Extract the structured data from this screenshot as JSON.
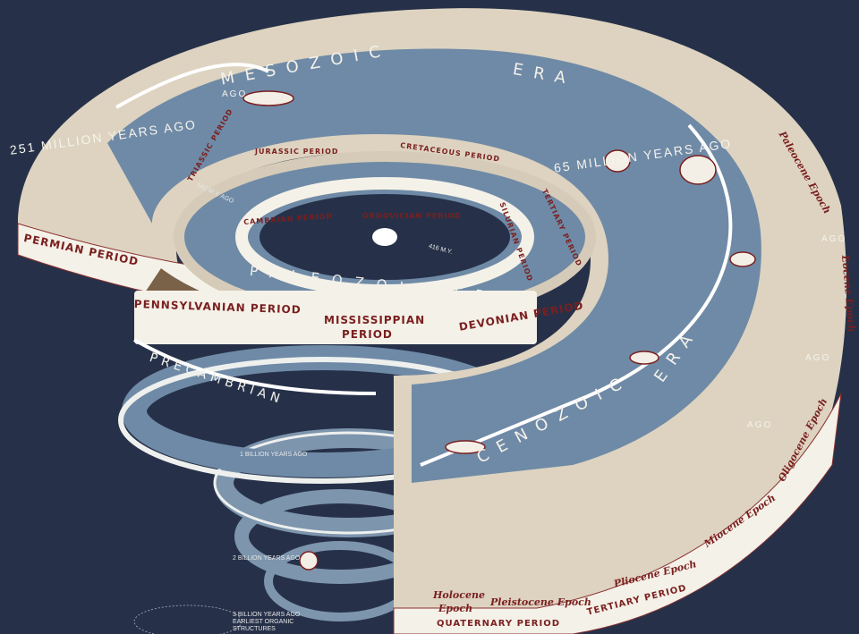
{
  "colors": {
    "background": "#263149",
    "sea": "#6f8aa6",
    "band": "#f4f1e8",
    "terrain": "#8a7358",
    "label_text": "#7a1f1f"
  },
  "eras": {
    "mesozoic": "MESOZOIC",
    "mesozoic_era": "ERA",
    "paleozoic": "PALEOZOIC ERA",
    "cenozoic": "CENOZOIC",
    "cenozoic_era": "ERA",
    "precambrian": "PRECAMBRIAN"
  },
  "periods": {
    "permian": "PERMIAN PERIOD",
    "pennsylvanian": "PENNSYLVANIAN PERIOD",
    "mississippian": "MISSISSIPPIAN",
    "mississippian2": "PERIOD",
    "devonian": "DEVONIAN PERIOD",
    "silurian": "SILURIAN PERIOD",
    "cambrian": "CAMBRIAN PERIOD",
    "ordovician": "ORDOVICIAN PERIOD",
    "triassic": "TRIASSIC PERIOD",
    "jurassic": "JURASSIC PERIOD",
    "cretaceous": "CRETACEOUS PERIOD",
    "tertiary_top": "TERTIARY PERIOD",
    "tertiary_bottom": "TERTIARY PERIOD",
    "quaternary": "QUATERNARY PERIOD"
  },
  "epochs": {
    "paleocene": "Paleocene Epoch",
    "eocene": "Eocene Epoch",
    "oligocene": "Oligocene Epoch",
    "miocene": "Miocene Epoch",
    "pliocene": "Pliocene Epoch",
    "pleistocene": "Pleistocene Epoch",
    "holocene": "Holocene",
    "holocene2": "Epoch"
  },
  "time_marks": {
    "m251": "251 MILLION YEARS AGO",
    "m65": "65 MILLION YEARS AGO",
    "m542": "542 M.Y. AGO",
    "m416": "416 M.Y.",
    "b1": "1 BILLION YEARS AGO",
    "b2": "2 BILLION YEARS AGO",
    "b3_line1": "3 BILLION YEARS AGO",
    "b3_line2": "EARLIEST ORGANIC",
    "b3_line3": "STRUCTURES",
    "ago1": "AGO",
    "ago2": "AGO",
    "ago3": "AGO",
    "ago4": "AGO"
  }
}
